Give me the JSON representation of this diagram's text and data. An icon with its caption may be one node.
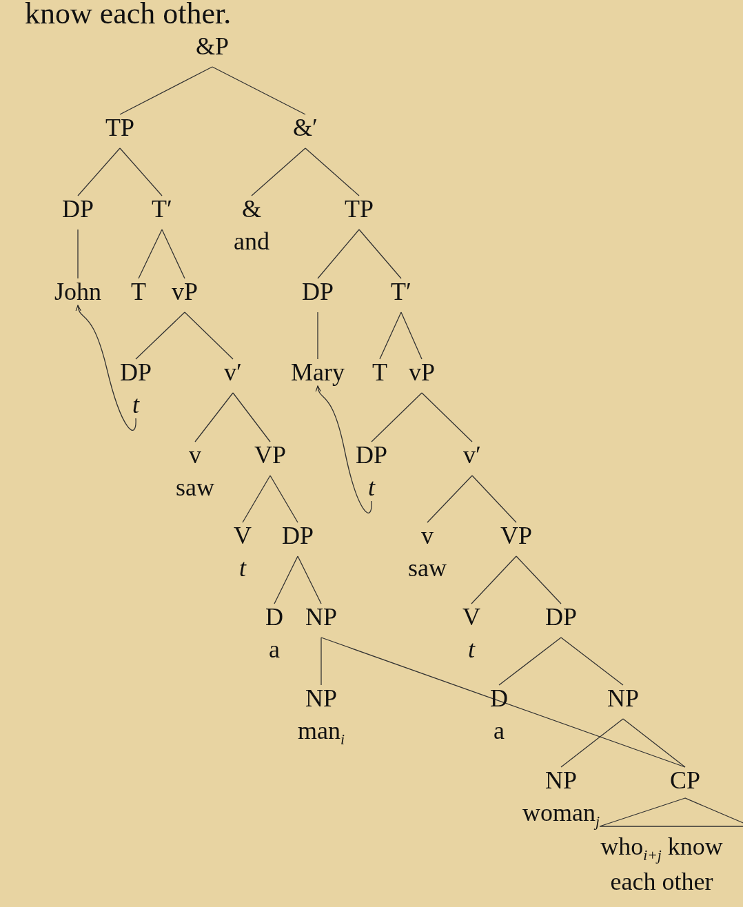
{
  "diagram": {
    "nodes": [
      {
        "text": [
          "&P"
        ]
      },
      {
        "text": [
          "TP"
        ]
      },
      {
        "text": [
          "&′"
        ]
      },
      {
        "text": [
          "DP"
        ]
      },
      {
        "text": [
          "T′"
        ]
      },
      {
        "text": [
          "&",
          "and"
        ]
      },
      {
        "text": [
          "TP"
        ]
      },
      {
        "text": [
          "John"
        ]
      },
      {
        "text": [
          "T"
        ]
      },
      {
        "text": [
          "vP"
        ]
      },
      {
        "text": [
          "DP"
        ]
      },
      {
        "text": [
          "T′"
        ]
      },
      {
        "text": [
          "DP",
          "t"
        ]
      },
      {
        "text": [
          "v′"
        ]
      },
      {
        "text": [
          "Mary"
        ]
      },
      {
        "text": [
          "T"
        ]
      },
      {
        "text": [
          "vP"
        ]
      },
      {
        "text": [
          "v",
          "saw"
        ]
      },
      {
        "text": [
          "VP"
        ]
      },
      {
        "text": [
          "DP",
          "t"
        ]
      },
      {
        "text": [
          "v′"
        ]
      },
      {
        "text": [
          "V",
          "t"
        ]
      },
      {
        "text": [
          "DP"
        ]
      },
      {
        "text": [
          "v",
          "saw"
        ]
      },
      {
        "text": [
          "VP"
        ]
      },
      {
        "text": [
          "D",
          "a"
        ]
      },
      {
        "text": [
          "NP"
        ]
      },
      {
        "text": [
          "V",
          "t"
        ]
      },
      {
        "text": [
          "DP"
        ]
      },
      {
        "text": [
          "NP",
          "man$_{i}$"
        ]
      },
      {
        "text": [
          "D",
          "a"
        ]
      },
      {
        "text": [
          "NP"
        ]
      },
      {
        "text": [
          "NP",
          "woman$_{j}$"
        ]
      },
      {
        "text": [
          "CP"
        ]
      },
      {
        "text": [
          "who$_{i+j}$ know each other"
        ]
      }
    ],
    "edges": [
      {
        "from": 0,
        "to": 1,
        "arrow": "none"
      },
      {
        "from": 0,
        "to": 2,
        "arrow": "none"
      },
      {
        "from": 1,
        "to": 3,
        "arrow": "none"
      },
      {
        "from": 1,
        "to": 4,
        "arrow": "none"
      },
      {
        "from": 2,
        "to": 5,
        "arrow": "none"
      },
      {
        "from": 2,
        "to": 6,
        "arrow": "none"
      },
      {
        "from": 3,
        "to": 7,
        "arrow": "none"
      },
      {
        "from": 4,
        "to": 8,
        "arrow": "none"
      },
      {
        "from": 4,
        "to": 9,
        "arrow": "none"
      },
      {
        "from": 6,
        "to": 10,
        "arrow": "none"
      },
      {
        "from": 6,
        "to": 11,
        "arrow": "none"
      },
      {
        "from": 9,
        "to": 12,
        "arrow": "none"
      },
      {
        "from": 9,
        "to": 13,
        "arrow": "none"
      },
      {
        "from": 10,
        "to": 14,
        "arrow": "none"
      },
      {
        "from": 11,
        "to": 15,
        "arrow": "none"
      },
      {
        "from": 11,
        "to": 16,
        "arrow": "none"
      },
      {
        "from": 13,
        "to": 17,
        "arrow": "none"
      },
      {
        "from": 13,
        "to": 18,
        "arrow": "none"
      },
      {
        "from": 16,
        "to": 19,
        "arrow": "none"
      },
      {
        "from": 16,
        "to": 20,
        "arrow": "none"
      },
      {
        "from": 18,
        "to": 21,
        "arrow": "none"
      },
      {
        "from": 18,
        "to": 22,
        "arrow": "none"
      },
      {
        "from": 20,
        "to": 23,
        "arrow": "none"
      },
      {
        "from": 20,
        "to": 24,
        "arrow": "none"
      },
      {
        "from": 22,
        "to": 25,
        "arrow": "none"
      },
      {
        "from": 22,
        "to": 26,
        "arrow": "none"
      },
      {
        "from": 24,
        "to": 27,
        "arrow": "none"
      },
      {
        "from": 24,
        "to": 28,
        "arrow": "none"
      },
      {
        "from": 26,
        "to": 29,
        "arrow": "none"
      },
      {
        "from": 26,
        "to": 33,
        "arrow": "none"
      },
      {
        "from": 28,
        "to": 30,
        "arrow": "none"
      },
      {
        "from": 28,
        "to": 31,
        "arrow": "none"
      },
      {
        "from": 31,
        "to": 32,
        "arrow": "none"
      },
      {
        "from": 31,
        "to": 33,
        "arrow": "none"
      },
      {
        "from": 33,
        "to": 34,
        "arrow": "none"
      },
      {
        "from": 12,
        "to": 7,
        "arrow": "to"
      },
      {
        "from": 19,
        "to": 14,
        "arrow": "to"
      }
    ],
    "labels": [
      "know each other."
    ]
  }
}
